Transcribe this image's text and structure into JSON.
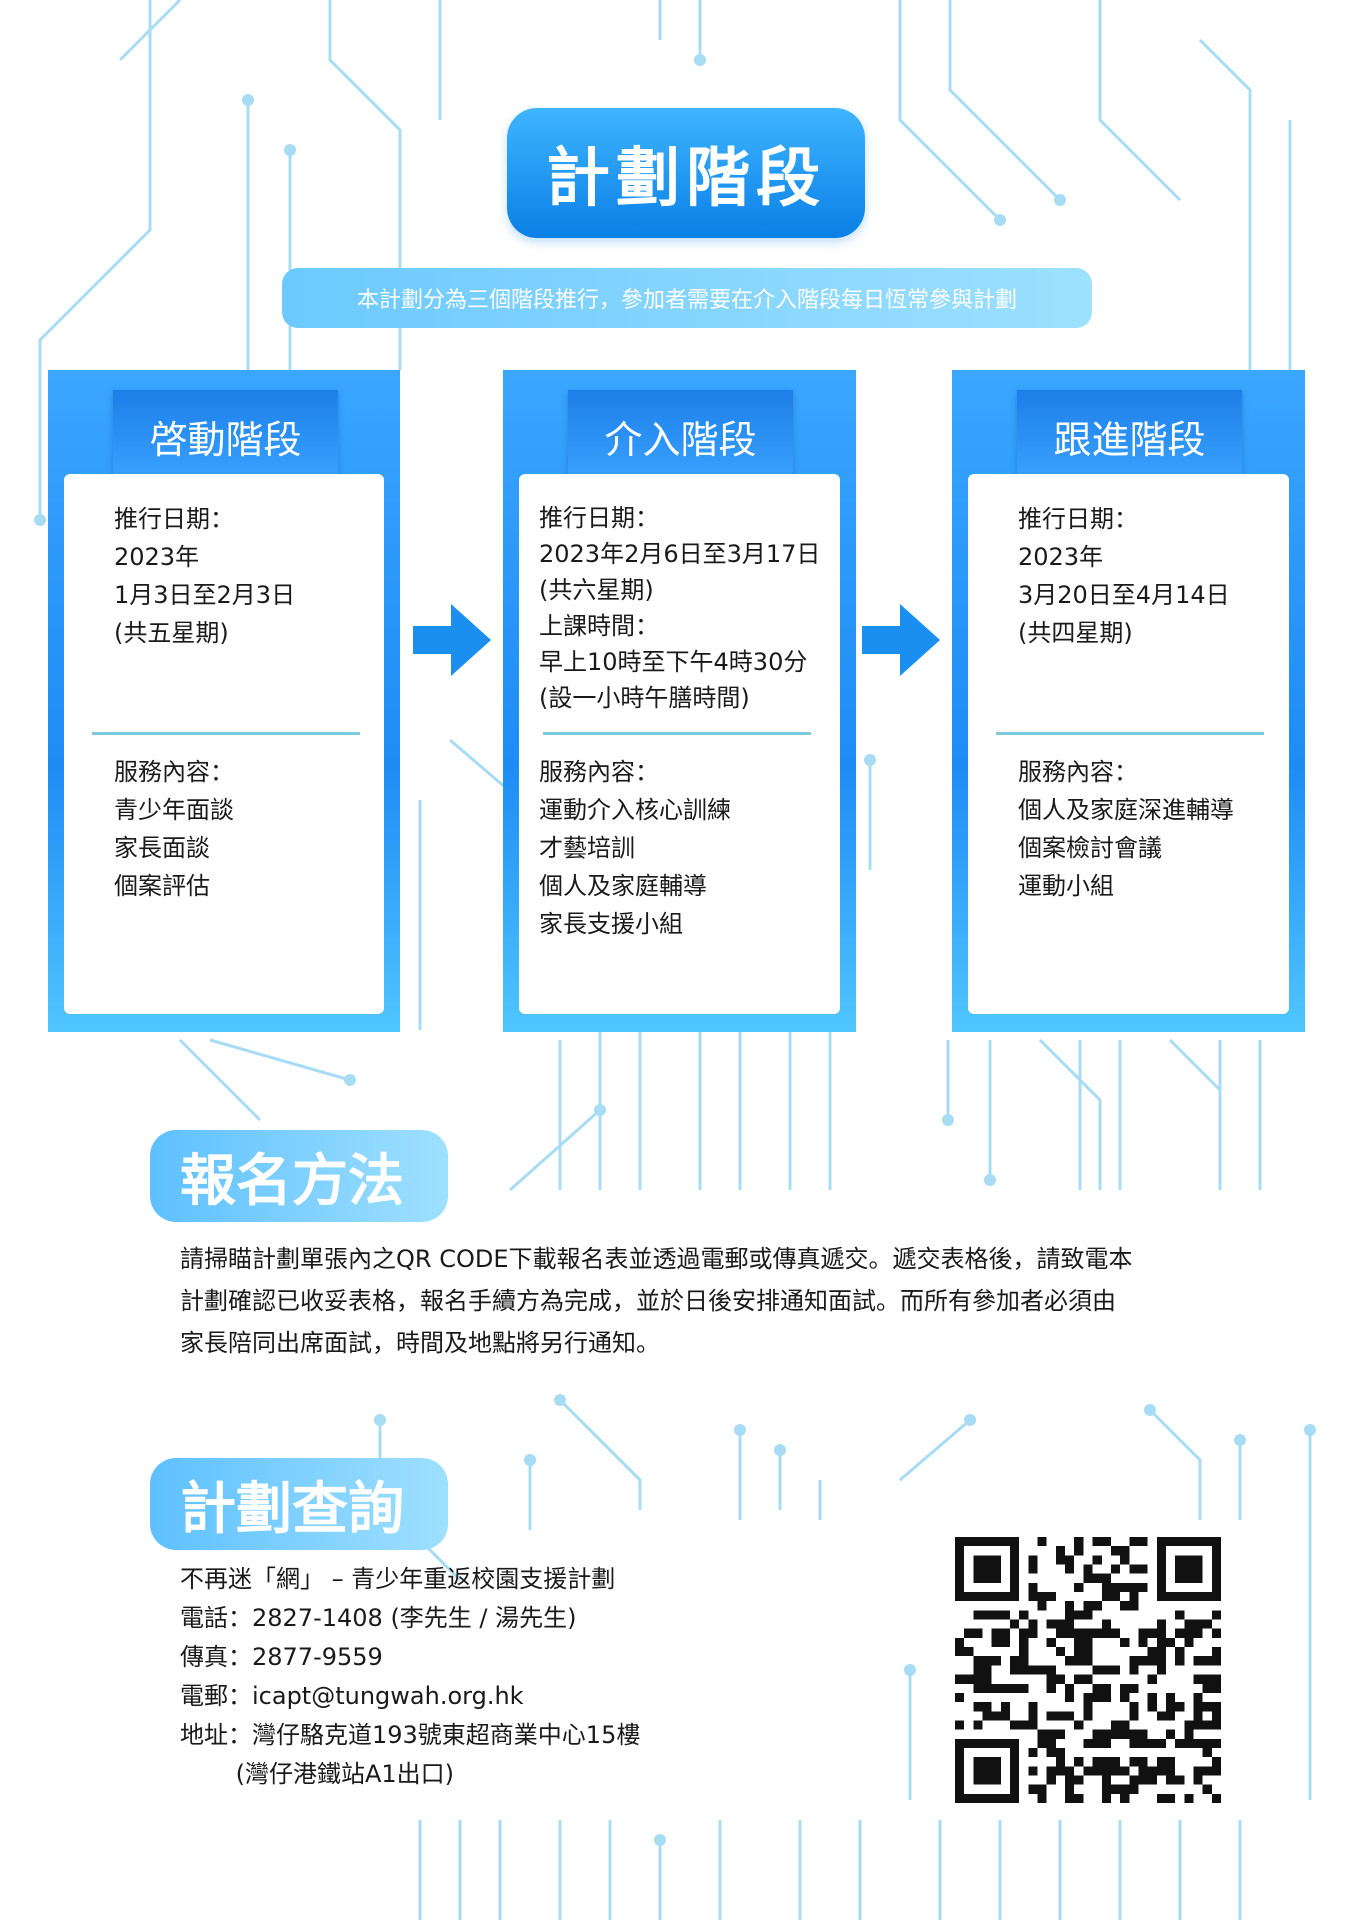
{
  "title": "計劃階段",
  "subtitle": "本計劃分為三個階段推行，參加者需要在介入階段每日恆常參與計劃",
  "stages": [
    {
      "name": "啓動階段",
      "schedule": [
        "推行日期：",
        "2023年",
        "1月3日至2月3日",
        "(共五星期)"
      ],
      "services": [
        "服務內容：",
        "青少年面談",
        "家長面談",
        "個案評估"
      ]
    },
    {
      "name": "介入階段",
      "schedule": [
        "推行日期：",
        "2023年2月6日至3月17日",
        "(共六星期)",
        "上課時間：",
        "早上10時至下午4時30分",
        "(設一小時午膳時間)"
      ],
      "services": [
        "服務內容：",
        "運動介入核心訓練",
        "才藝培訓",
        "個人及家庭輔導",
        "家長支援小組"
      ]
    },
    {
      "name": "跟進階段",
      "schedule": [
        "推行日期：",
        "2023年",
        "3月20日至4月14日",
        "(共四星期)"
      ],
      "services": [
        "服務內容：",
        "個人及家庭深進輔導",
        "個案檢討會議",
        "運動小組"
      ]
    }
  ],
  "registration": {
    "heading": "報名方法",
    "lines": [
      "請掃瞄計劃單張內之QR CODE下載報名表並透過電郵或傳真遞交。遞交表格後，請致電本",
      "計劃確認已收妥表格，報名手續方為完成，並於日後安排通知面試。而所有參加者必須由",
      "家長陪同出席面試，時間及地點將另行通知。"
    ]
  },
  "enquiry": {
    "heading": "計劃查詢",
    "lines": [
      "不再迷「網」 – 青少年重返校園支援計劃",
      "電話：2827-1408 (李先生 / 湯先生)",
      "傳真：2877-9559",
      "電郵：icapt@tungwah.org.hk",
      "地址：灣仔駱克道193號東超商業中心15樓",
      "　　 (灣仔港鐵站A1出口)"
    ]
  },
  "colors": {
    "primary": "#0a7fe6",
    "light": "#6cc9ff",
    "circuit": "#a8dcf5"
  },
  "icons": {
    "arrow": "arrow-right-icon",
    "qr": "qr-code"
  }
}
